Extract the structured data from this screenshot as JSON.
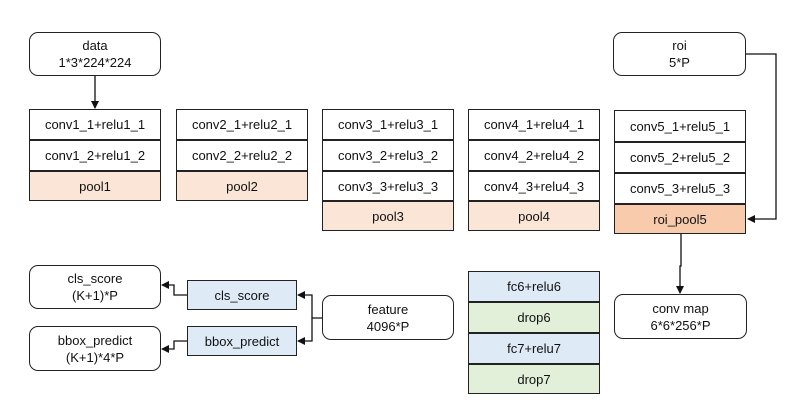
{
  "colors": {
    "pool": "#fbe5d6",
    "roi_pool": "#f8cbad",
    "head": "#deebf7",
    "dropout": "#e2f0d9",
    "stroke": "#222222"
  },
  "inputs": {
    "data": {
      "name": "data",
      "shape": "1*3*224*224"
    },
    "roi": {
      "name": "roi",
      "shape": "5*P"
    }
  },
  "stages": {
    "conv1": {
      "layers": [
        "conv1_1+relu1_1",
        "conv1_2+relu1_2"
      ],
      "pool": "pool1"
    },
    "conv2": {
      "layers": [
        "conv2_1+relu2_1",
        "conv2_2+relu2_2"
      ],
      "pool": "pool2"
    },
    "conv3": {
      "layers": [
        "conv3_1+relu3_1",
        "conv3_2+relu3_2",
        "conv3_3+relu3_3"
      ],
      "pool": "pool3"
    },
    "conv4": {
      "layers": [
        "conv4_1+relu4_1",
        "conv4_2+relu4_2",
        "conv4_3+relu4_3"
      ],
      "pool": "pool4"
    },
    "conv5": {
      "layers": [
        "conv5_1+relu5_1",
        "conv5_2+relu5_2",
        "conv5_3+relu5_3"
      ],
      "pool": "roi_pool5"
    }
  },
  "conv_map": {
    "name": "conv map",
    "shape": "6*6*256*P"
  },
  "fc_stack": [
    "fc6+relu6",
    "drop6",
    "fc7+relu7",
    "drop7"
  ],
  "feature": {
    "name": "feature",
    "shape": "4096*P"
  },
  "heads": {
    "cls": {
      "layer": "cls_score",
      "output_name": "cls_score",
      "output_shape": "(K+1)*P"
    },
    "bbox": {
      "layer": "bbox_predict",
      "output_name": "bbox_predict",
      "output_shape": "(K+1)*4*P"
    }
  }
}
